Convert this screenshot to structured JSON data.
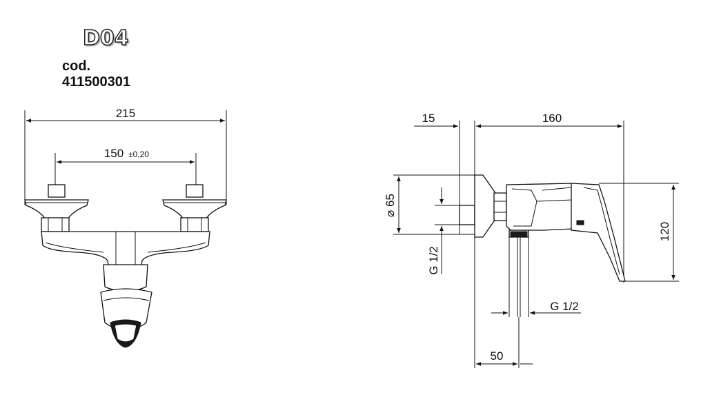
{
  "header": {
    "model_code": "D04",
    "article_code": "cod. 411500301"
  },
  "front_view": {
    "overall_width": "215",
    "centers_distance": "150",
    "centers_tolerance": "±0,20"
  },
  "side_view": {
    "wall_offset": "15",
    "depth": "160",
    "flange_diameter": "⌀ 65",
    "inlet_thread": "G 1/2",
    "outlet_thread": "G 1/2",
    "outlet_projection": "50",
    "height": "120"
  }
}
